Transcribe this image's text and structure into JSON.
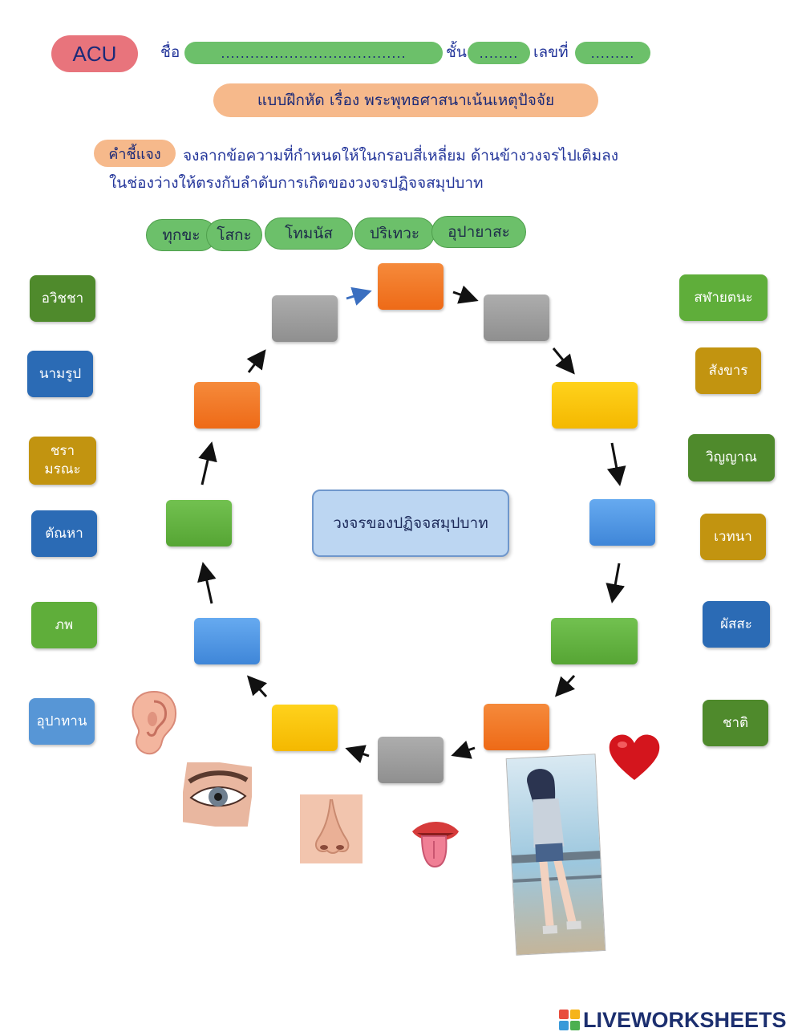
{
  "header": {
    "badge": "ACU",
    "name_label": "ชื่อ",
    "name_field": "......................................",
    "class_label": "ชั้น",
    "class_field": "........",
    "number_label": "เลขที่",
    "number_field": "........."
  },
  "title": "แบบฝึกหัด เรื่อง พระพุทธศาสนาเน้นเหตุปัจจัย",
  "instructions": {
    "tag": "คำชี้แจง",
    "line1": "จงลากข้อความที่กำหนดให้ในกรอบสี่เหลี่ยม ด้านข้างวงจรไปเติมลง",
    "line2": "ในช่องว่างให้ตรงกับลำดับการเกิดของวงจรปฏิจจสมุปบาท"
  },
  "word_bank": [
    "ทุกขะ",
    "โสกะ",
    "โทมนัส",
    "ปริเทวะ",
    "อุปายาสะ"
  ],
  "left_tiles": [
    "อวิชชา",
    "นามรูป",
    "ชรา\nมรณะ",
    "ตัณหา",
    "ภพ",
    "อุปาทาน"
  ],
  "right_tiles": [
    "สฬายตนะ",
    "สังขาร",
    "วิญญาณ",
    "เวทนา",
    "ผัสสะ",
    "ชาติ"
  ],
  "center_label": "วงจรของปฏิจจสมุปบาท",
  "cycle_boxes": [
    "orange",
    "gray",
    "yellow",
    "blue",
    "green",
    "orange",
    "gray",
    "yellow",
    "blue",
    "green",
    "orange",
    "gray"
  ],
  "images": [
    "ear",
    "eye",
    "nose",
    "tongue",
    "heart",
    "girl-photo"
  ],
  "footer": {
    "logo_text": "LIVEWORKSHEETS"
  }
}
